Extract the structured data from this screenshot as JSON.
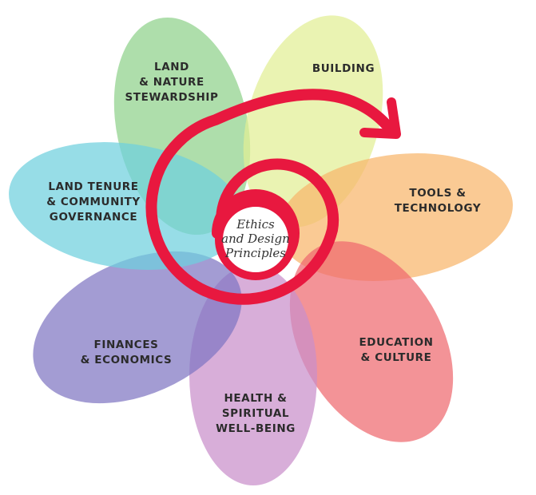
{
  "petals": [
    {
      "id": "land-nature-stewardship",
      "color": "#8fd18a",
      "lines": [
        "LAND",
        "& NATURE",
        "STEWARDSHIP"
      ]
    },
    {
      "id": "building",
      "color": "#e2ef94",
      "lines": [
        "BUILDING"
      ]
    },
    {
      "id": "tools-technology",
      "color": "#f8b56b",
      "lines": [
        "TOOLS &",
        "TECHNOLOGY"
      ]
    },
    {
      "id": "education-culture",
      "color": "#ef6a6f",
      "lines": [
        "EDUCATION",
        "& CULTURE"
      ]
    },
    {
      "id": "health-spiritual-wellbeing",
      "color": "#c98fca",
      "lines": [
        "HEALTH &",
        "SPIRITUAL",
        "WELL-BEING"
      ]
    },
    {
      "id": "finances-economics",
      "color": "#7f76c2",
      "lines": [
        "FINANCES",
        "& ECONOMICS"
      ]
    },
    {
      "id": "land-tenure-community-governance",
      "color": "#6fd0de",
      "lines": [
        "LAND TENURE",
        "& COMMUNITY",
        "GOVERNANCE"
      ]
    }
  ],
  "center": {
    "lines": [
      "Ethics",
      "and Design",
      "Principles"
    ]
  },
  "spiral_color": "#e8183f"
}
